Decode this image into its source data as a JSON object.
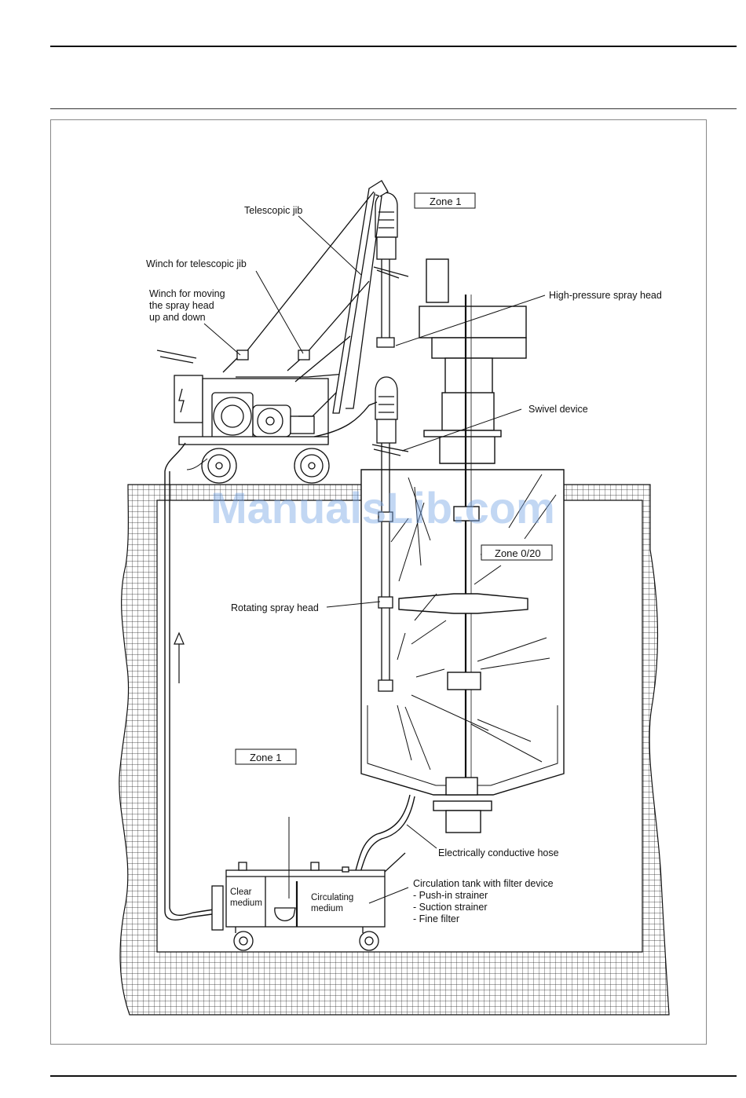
{
  "watermark": "ManualsLib.com",
  "labels": {
    "telescopic_jib": "Telescopic jib",
    "winch_telescopic_jib": "Winch for telescopic jib",
    "winch_moving_1": "Winch for moving",
    "winch_moving_2": "the spray head",
    "winch_moving_3": "up and down",
    "high_pressure_head": "High-pressure spray head",
    "swivel_device": "Swivel device",
    "rotating_head": "Rotating spray head",
    "conductive_hose": "Electrically conductive hose",
    "circulation_tank": "Circulation tank with filter device",
    "push_in_strainer": "- Push-in strainer",
    "suction_strainer": "- Suction strainer",
    "fine_filter": "- Fine filter",
    "clear_1": "Clear",
    "clear_2": "medium",
    "circ_1": "Circulating",
    "circ_2": "medium"
  },
  "zones": {
    "zone_top": "Zone 1",
    "zone_vessel": "Zone 0/20",
    "zone_bottom": "Zone 1"
  }
}
